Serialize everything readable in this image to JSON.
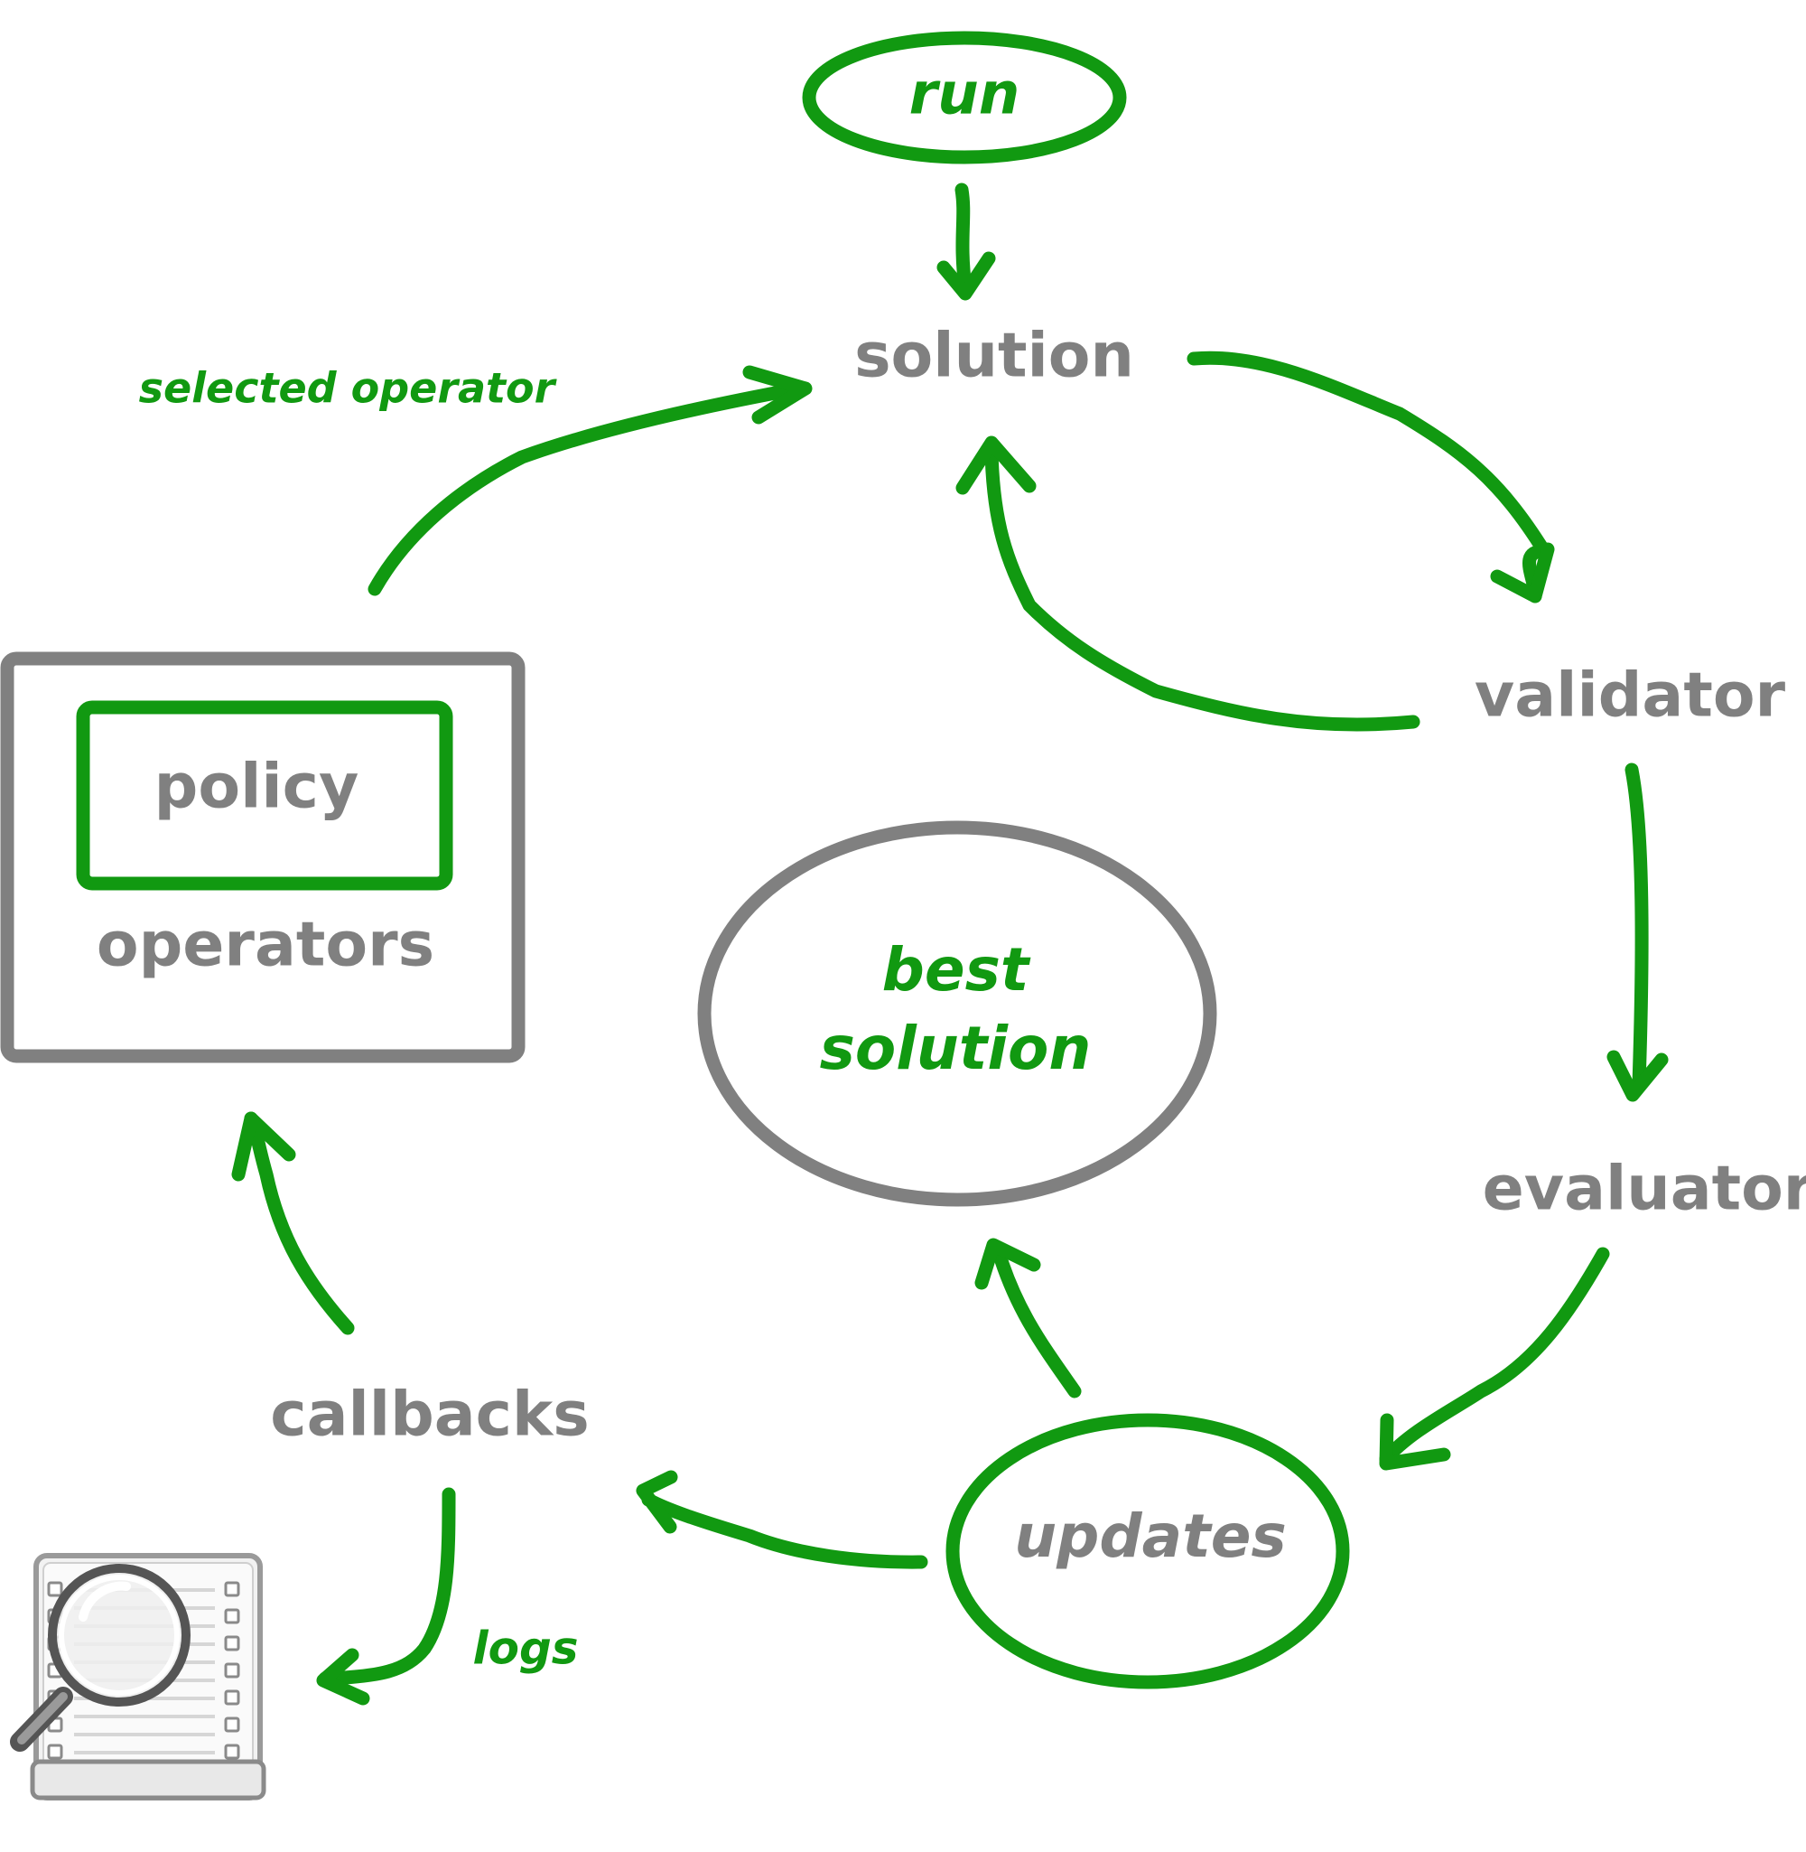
{
  "nodes": {
    "run": "run",
    "solution": "solution",
    "validator": "validator",
    "evaluator": "evaluator",
    "updates": "updates",
    "best_solution_line1": "best",
    "best_solution_line2": "solution",
    "callbacks": "callbacks",
    "operators": "operators",
    "policy": "policy"
  },
  "edge_labels": {
    "selected_operator": "selected operator",
    "logs": "logs"
  },
  "icons": {
    "log_viewer": "log-viewer-icon"
  },
  "colors": {
    "green": "#119911",
    "gray": "#808080"
  }
}
